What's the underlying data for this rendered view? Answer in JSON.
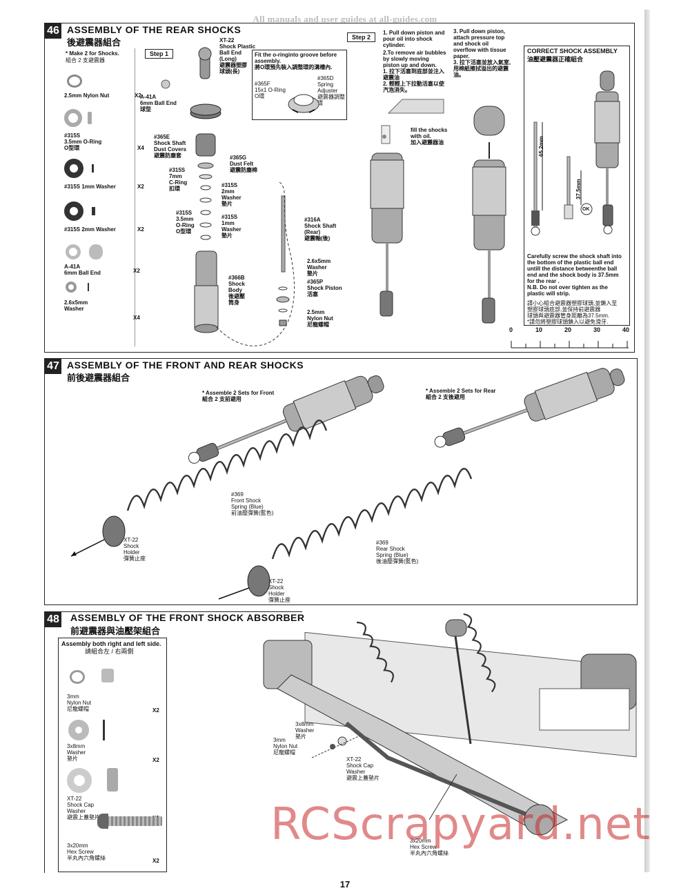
{
  "watermark_top": "All manuals and user guides at all-guides.com",
  "watermark_bottom": "RCScrapyard.net",
  "page_number": "17",
  "step46": {
    "num": "46",
    "title": "ASSEMBLY OF THE REAR SHOCKS",
    "title_cn": "後避震器組合",
    "make": "* Make 2 for Shocks.",
    "make_cn": "組合 2 支避震器",
    "step1": "Step 1",
    "step2": "Step 2",
    "parts": [
      {
        "label": "2.5mm Nylon Nut",
        "qty": "X2"
      },
      {
        "label": "#315S\n3.5mm O-Ring\nO型環",
        "qty": "X4"
      },
      {
        "label": "#315S 1mm Washer",
        "qty": "X2"
      },
      {
        "label": "#315S 2mm Washer",
        "qty": "X2"
      },
      {
        "label": "A-41A\n6mm Ball End",
        "qty": "X2"
      },
      {
        "label": "2.6x5mm\nWasher",
        "qty": "X4"
      }
    ],
    "callouts": {
      "xt22": "XT-22\nShock Plastic\nBall End\n(Long)\n避震器塑膠\n球頭(長)",
      "a41a": "A-41A\n6mm Ball End\n球型",
      "s365e": "#365E\nShock Shaft\nDust Covers\n避震防塵套",
      "s365g": "#365G\nDust Felt\n避震防塵棉",
      "s315s_c": "#315S\n7mm\nC-Ring\n扣環",
      "s315s_2": "#315S\n2mm\nWasher\n墊片",
      "s315s_o": "#315S\n3.5mm\nO-Ring\nO型環",
      "s315s_1": "#315S\n1mm\nWasher\n墊片",
      "s366b": "#366B\nShock\nBody\n後避壓\n筒身",
      "s316a": "#316A\nShock Shaft\n(Rear)\n避震軸(後)",
      "w26": "2.6x5mm\nWasher\n墊片",
      "s365p": "#365P\nShock Piston\n活塞",
      "nut25": "2.5mm\nNylon Nut\n尼龍螺帽",
      "oring_note": "Fit the o-ringinto groove before\nassembly.\n將O環預先裝入調整環的溝槽內.",
      "s365f": "#365F\n15x1 O-Ring\nO環",
      "s365d": "#365D\nSpring\nAdjuster\n避震器調整環"
    },
    "instructions": {
      "i1": "1. Pull down piston and\n    pour oil into shock\n    cylinder.",
      "i2": "2.To remove air bubbles\n    by slowly moving\n    piston up and down.\n1. 拉下活塞到底部並注入\n    避震油\n2. 輕輕上下拉動活塞以使\n    汽泡消失。",
      "i3": "3. Pull down piston,\n    attach pressure top\n    and shock oil\n    overflow with tissue\n    paper.\n3. 拉下活塞並放入氣室,\n    用棉紙擦拭溢出的避震\n    油。",
      "fill": "fill the shocks\nwith oil.\n加入避震器油"
    },
    "correct": {
      "title": "CORRECT SHOCK ASSEMBLY",
      "title_cn": "油壓避震器正確組合",
      "dim1": "65.2mm",
      "dim2": "37.5mm",
      "ok": "OK",
      "note": "Carefully screw the shock shaft into\nthe bottom  of the plastic ball end\nuntill the distance betweenthe ball\nend and the shock body is 37.5mm\nfor the rear .\nN.B. Do not over tighten as the\nplastic will strip.",
      "note_cn": "請小心組合避震器塑膠球頭,並鎖入至\n塑膠球頭底部,並保持前避震器\n球頭與避震器管身距離為37.5mm.\n*請勿將塑膠球頭鎖入以避免滑牙."
    },
    "ruler_ticks": [
      "0",
      "10",
      "20",
      "30",
      "40"
    ]
  },
  "step47": {
    "num": "47",
    "title": "ASSEMBLY OF THE FRONT AND REAR SHOCKS",
    "title_cn": "前後避震器組合",
    "front_note": "* Assemble 2 Sets for Front\n組合 2 支前避用",
    "rear_note": "* Assemble 2 Sets for Rear\n組合 2 支後避用",
    "front_spring": "#369\nFront Shock\nSpring (Blue)\n前油壓彈簧(藍色)",
    "rear_spring": "#369\nRear Shock\nSpring (Blue)\n後油壓彈簧(藍色)",
    "holder1": "XT-22\nShock\nHolder\n彈簧止座",
    "holder2": "XT-22\nShock\nHolder\n彈簧止座"
  },
  "step48": {
    "num": "48",
    "title": "ASSEMBLY OF THE FRONT SHOCK ABSORBER",
    "title_cn": "前避震器與油壓架組合",
    "both": "Assembly both right and left side.",
    "both_cn": "請組合左 / 右兩側",
    "parts": [
      {
        "label": "3mm\nNylon Nut\n尼龍螺帽",
        "qty": "X2"
      },
      {
        "label": "3x8mm\nWasher\n墊片",
        "qty": "X2"
      },
      {
        "label": "XT-22\nShock Cap\nWasher\n避震上蓋墊片",
        "qty": "X2"
      },
      {
        "label": "3x20mm\nHex Screw\n半丸內六角螺絲",
        "qty": "X2"
      }
    ],
    "callouts": {
      "washer": "3x8mm\nWasher\n墊片",
      "nut": "3mm\nNylon Nut\n尼龍螺帽",
      "cap": "XT-22\nShock Cap\nWasher\n避震上蓋墊片",
      "screw": "3x20mm\nHex Screw\n半丸內六角螺絲"
    }
  }
}
